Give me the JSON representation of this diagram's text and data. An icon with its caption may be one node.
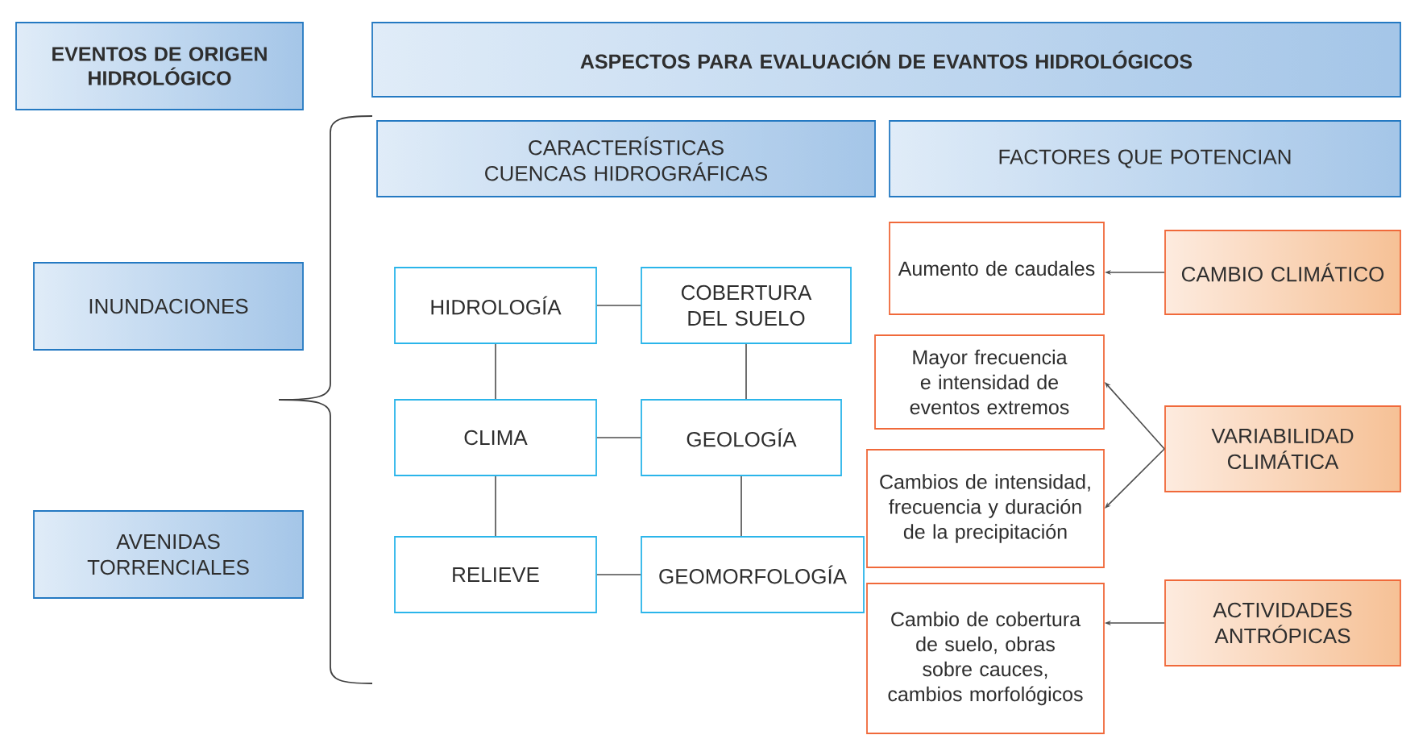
{
  "diagram": {
    "nodes": [
      {
        "text": [
          "EVENTOS DE ORIGEN HIDROLÓGICO"
        ]
      },
      {
        "text": [
          "ASPECTOS PARA EVALUACIÓN DE EVANTOS HIDROLÓGICOS"
        ]
      },
      {
        "text": [
          "INUNDACIONES"
        ]
      },
      {
        "text": [
          "AVENIDAS TORRENCIALES"
        ]
      },
      {
        "text": [
          "CARACTERÍSTICAS CUENCAS HIDROGRÁFICAS"
        ]
      },
      {
        "text": [
          "FACTORES QUE POTENCIAN"
        ]
      },
      {
        "text": [
          "HIDROLOGÍA"
        ]
      },
      {
        "text": [
          "COBERTURA DEL SUELO"
        ]
      },
      {
        "text": [
          "CLIMA"
        ]
      },
      {
        "text": [
          "GEOLOGÍA"
        ]
      },
      {
        "text": [
          "RELIEVE"
        ]
      },
      {
        "text": [
          "GEOMORFOLOGÍA"
        ]
      },
      {
        "text": [
          "Aumento de caudales"
        ]
      },
      {
        "text": [
          "CAMBIO CLIMÁTICO"
        ]
      },
      {
        "text": [
          "Mayor frecuencia e intensidad de eventos extremos"
        ]
      },
      {
        "text": [
          "Cambios de intensidad, frecuencia y duración de la precipitación"
        ]
      },
      {
        "text": [
          "VARIABILIDAD CLIMÁTICA"
        ]
      },
      {
        "text": [
          "Cambio de cobertura de suelo, obras sobre cauces, cambios morfológicos"
        ]
      },
      {
        "text": [
          "ACTIVIDADES ANTRÓPICAS"
        ]
      }
    ],
    "edges": [
      {
        "from": 6,
        "to": 7,
        "arrow": "none"
      },
      {
        "from": 6,
        "to": 8,
        "arrow": "none"
      },
      {
        "from": 7,
        "to": 9,
        "arrow": "none"
      },
      {
        "from": 8,
        "to": 9,
        "arrow": "none"
      },
      {
        "from": 8,
        "to": 10,
        "arrow": "none"
      },
      {
        "from": 9,
        "to": 11,
        "arrow": "none"
      },
      {
        "from": 10,
        "to": 11,
        "arrow": "none"
      },
      {
        "from": 13,
        "to": 12,
        "arrow": "to"
      },
      {
        "from": 16,
        "to": 14,
        "arrow": "to"
      },
      {
        "from": 16,
        "to": 15,
        "arrow": "to"
      },
      {
        "from": 18,
        "to": 17,
        "arrow": "to"
      }
    ]
  }
}
